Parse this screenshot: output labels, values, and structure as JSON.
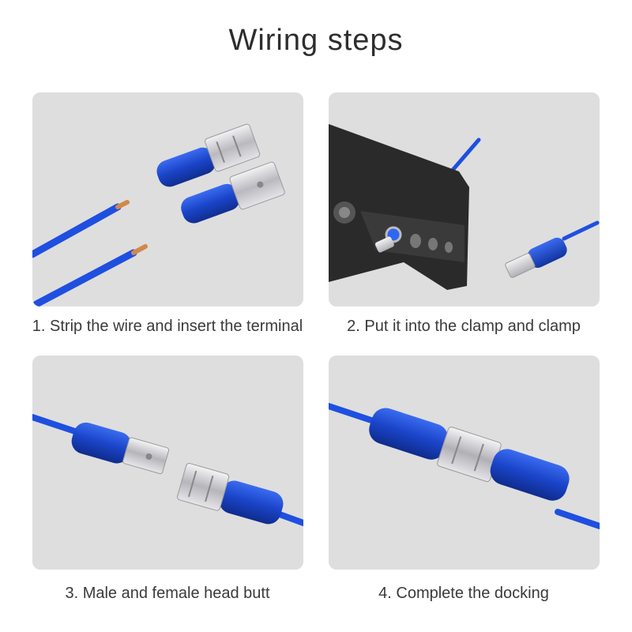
{
  "title": "Wiring steps",
  "steps": [
    {
      "caption": "1. Strip the wire and insert the terminal"
    },
    {
      "caption": "2. Put it into the clamp and clamp"
    },
    {
      "caption": "3. Male and female head butt"
    },
    {
      "caption": "4. Complete the docking"
    }
  ],
  "colors": {
    "wire": "#1f4fe0",
    "insulator": "#1e48c8",
    "metal": "#c8c8cc",
    "copper": "#d08a4a",
    "tool": "#2a2a2a"
  }
}
